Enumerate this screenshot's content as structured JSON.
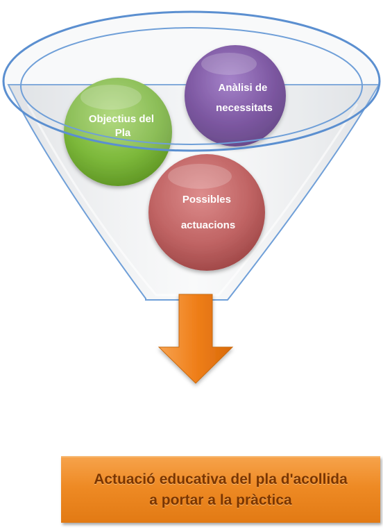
{
  "circles": {
    "objectives": {
      "label_lines": [
        "Objectius del",
        "Pla"
      ],
      "color": "#7cb83a"
    },
    "needs": {
      "label_lines": [
        "Anàlisi de",
        "necessitats"
      ],
      "color": "#6a3b94"
    },
    "actions": {
      "label_lines": [
        "Possibles",
        "actuacions"
      ],
      "color": "#b85555"
    }
  },
  "funnel": {
    "color": "#d9dde3",
    "rim_color": "#5b8fd0"
  },
  "arrow": {
    "color": "#ef7f1a",
    "direction": "down"
  },
  "result": {
    "line1": "Actuació educativa del pla d'acollida",
    "line2": "a portar a la pràctica",
    "color": "#ee8a24"
  }
}
